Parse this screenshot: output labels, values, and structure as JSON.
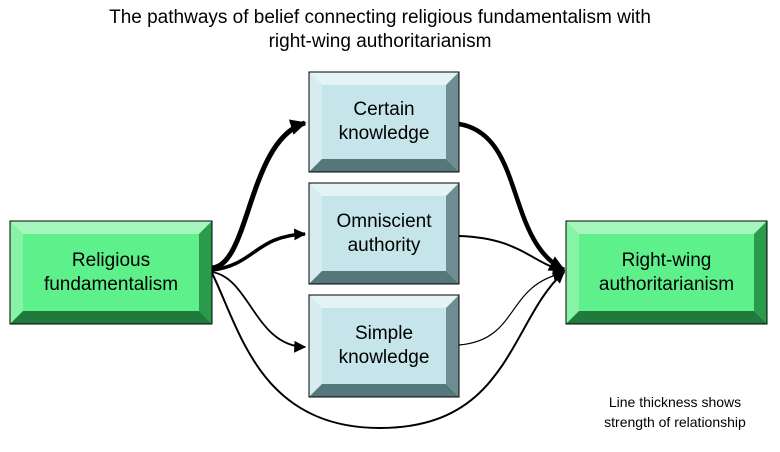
{
  "title": {
    "line1": "The pathways of belief connecting religious fundamentalism with",
    "line2": "right-wing authoritarianism"
  },
  "nodes": {
    "religious": {
      "line1": "Religious",
      "line2": "fundamentalism"
    },
    "certain": {
      "line1": "Certain",
      "line2": "knowledge"
    },
    "omniscient": {
      "line1": "Omniscient",
      "line2": "authority"
    },
    "simple": {
      "line1": "Simple",
      "line2": "knowledge"
    },
    "rwa": {
      "line1": "Right-wing",
      "line2": "authoritarianism"
    }
  },
  "note": {
    "line1": "Line thickness shows",
    "line2": "strength of relationship"
  },
  "colors": {
    "green_face": "#5ef08a",
    "blue_face": "#c5e5ea",
    "arrow": "#000000"
  }
}
